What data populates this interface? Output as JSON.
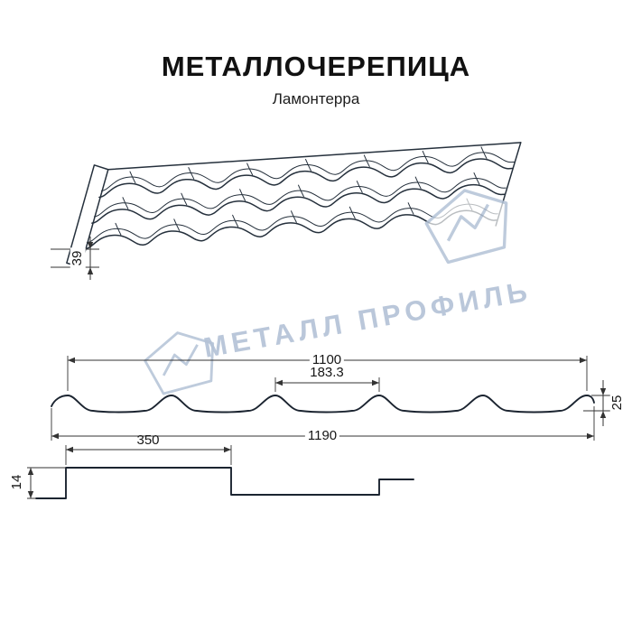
{
  "header": {
    "title": "МЕТАЛЛОЧЕРЕПИЦА",
    "subtitle": "Ламонтерра"
  },
  "watermark": {
    "text": "МЕТАЛЛ ПРОФИЛЬ",
    "color": "#b3c2d6"
  },
  "colors": {
    "drawing_line": "#25303c",
    "dimension_line": "#333333"
  },
  "perspective_view": {
    "step_height": "39"
  },
  "profile_section": {
    "cover_width": "1100",
    "wave_pitch": "183.3",
    "profile_height": "25",
    "overall_width": "1190"
  },
  "overlap_section": {
    "module_length": "350",
    "step_height": "14"
  }
}
